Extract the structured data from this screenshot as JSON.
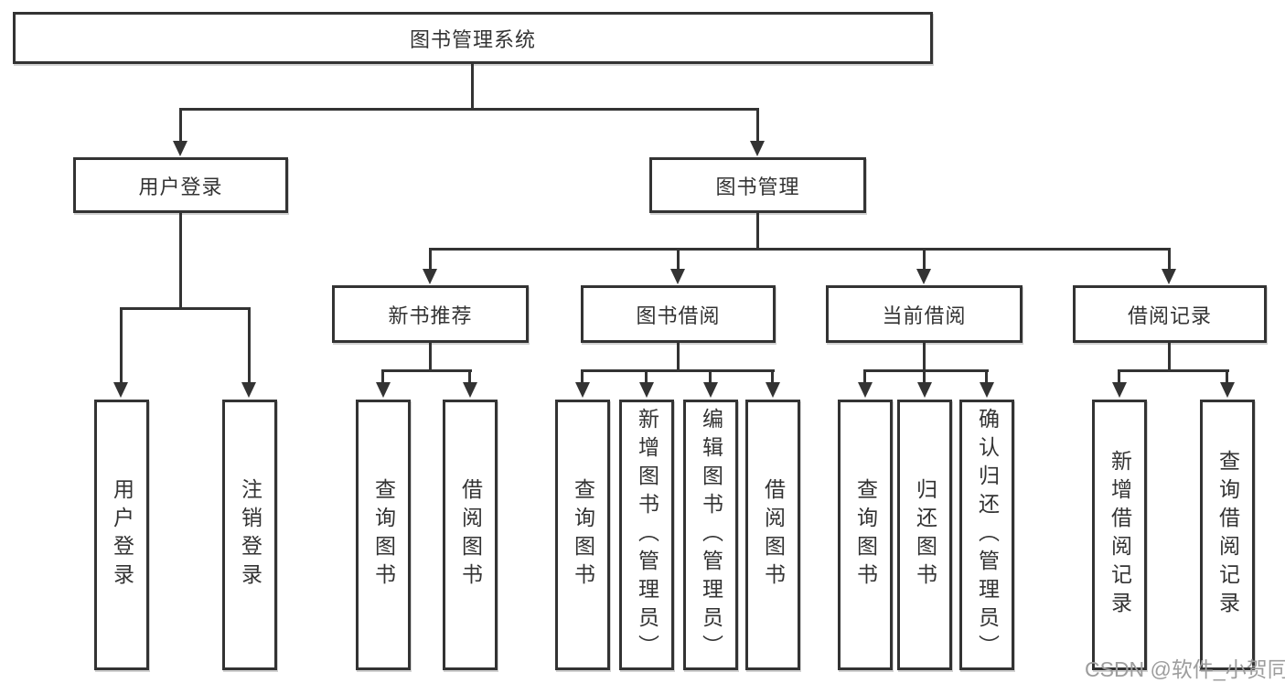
{
  "colors": {
    "line": "#333333",
    "text": "#333333",
    "bg": "#ffffff",
    "watermark": "#9d9d9d"
  },
  "watermark": "CSDN @软件_小贺同学",
  "tree": {
    "root": {
      "label": "图书管理系统"
    },
    "level2": [
      {
        "label": "用户登录"
      },
      {
        "label": "图书管理"
      }
    ],
    "level3": [
      {
        "label": "新书推荐"
      },
      {
        "label": "图书借阅"
      },
      {
        "label": "当前借阅"
      },
      {
        "label": "借阅记录"
      }
    ],
    "leaves": {
      "userLogin": [
        {
          "label": "用户登录"
        },
        {
          "label": "注销登录"
        }
      ],
      "newBookRecommend": [
        {
          "label": "查询图书"
        },
        {
          "label": "借阅图书"
        }
      ],
      "bookBorrow": [
        {
          "label": "查询图书"
        },
        {
          "label": "新增图书（管理员）"
        },
        {
          "label": "编辑图书（管理员）"
        },
        {
          "label": "借阅图书"
        }
      ],
      "currentBorrow": [
        {
          "label": "查询图书"
        },
        {
          "label": "归还图书"
        },
        {
          "label": "确认归还（管理员）"
        }
      ],
      "borrowRecords": [
        {
          "label": "新增借阅记录"
        },
        {
          "label": "查询借阅记录"
        }
      ]
    }
  }
}
